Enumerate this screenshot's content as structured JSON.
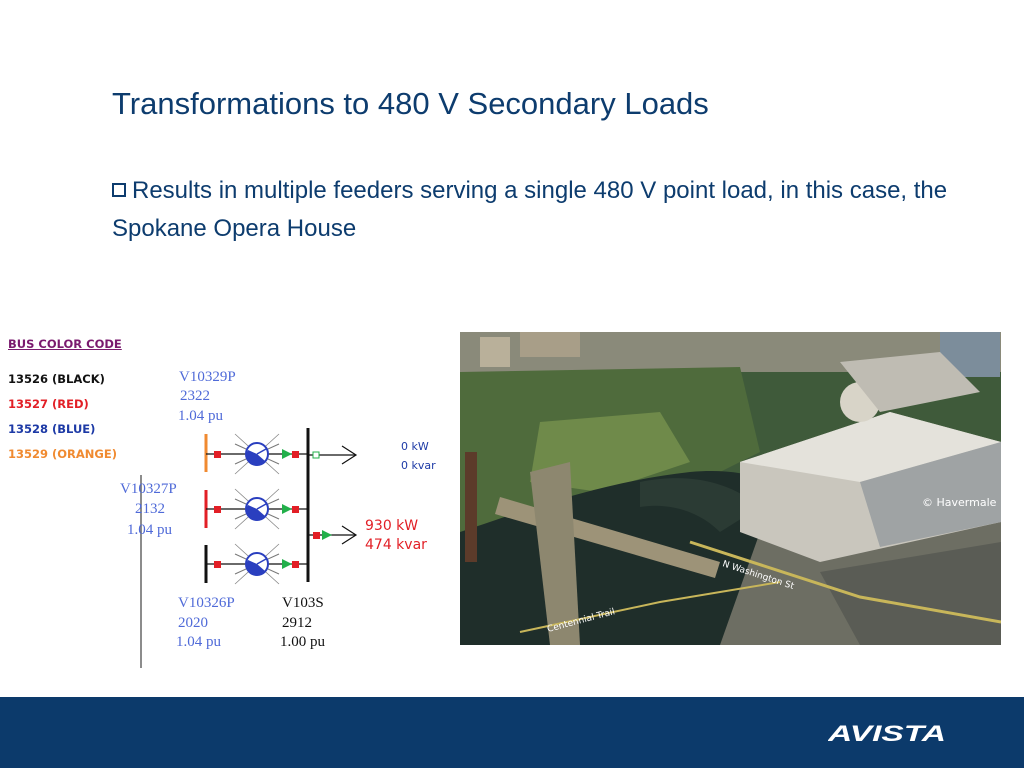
{
  "slide": {
    "title": "Transformations to 480 V Secondary Loads",
    "bullet": "Results in multiple feeders serving a single 480 V point load, in this case, the Spokane Opera House"
  },
  "legend": {
    "title": "BUS COLOR CODE",
    "items": [
      {
        "label": "13526 (BLACK)",
        "color": "#111111"
      },
      {
        "label": "13527 (RED)",
        "color": "#e21f26"
      },
      {
        "label": "13528 (BLUE)",
        "color": "#1d3aa6"
      },
      {
        "label": "13529 (ORANGE)",
        "color": "#f08a30"
      }
    ]
  },
  "oneline": {
    "bus_top": {
      "name": "V10329P",
      "number": "2322",
      "voltage": "1.04 pu"
    },
    "bus_mid": {
      "name": "V10327P",
      "number": "2132",
      "voltage": "1.04 pu"
    },
    "bus_bottom": {
      "name": "V10326P",
      "number": "2020",
      "voltage": "1.04 pu"
    },
    "bus_secondary": {
      "name": "V103S",
      "number": "2912",
      "voltage": "1.00 pu"
    },
    "load_open": {
      "kw": "0 kW",
      "kvar": "0 kvar"
    },
    "load_opera": {
      "kw": "930 kW",
      "kvar": "474 kvar"
    },
    "colors": {
      "label_blue": "#4f6ad8",
      "load_red": "#e21f26",
      "breaker_red": "#e21f26",
      "arrow_green": "#22b04a"
    }
  },
  "photo": {
    "label_havermale": "© Havermale",
    "label_washington": "N Washington St",
    "label_centennial": "Centennial Trail"
  },
  "footer": {
    "logo_text": "AVISTA",
    "color": "#0c3a6b"
  }
}
